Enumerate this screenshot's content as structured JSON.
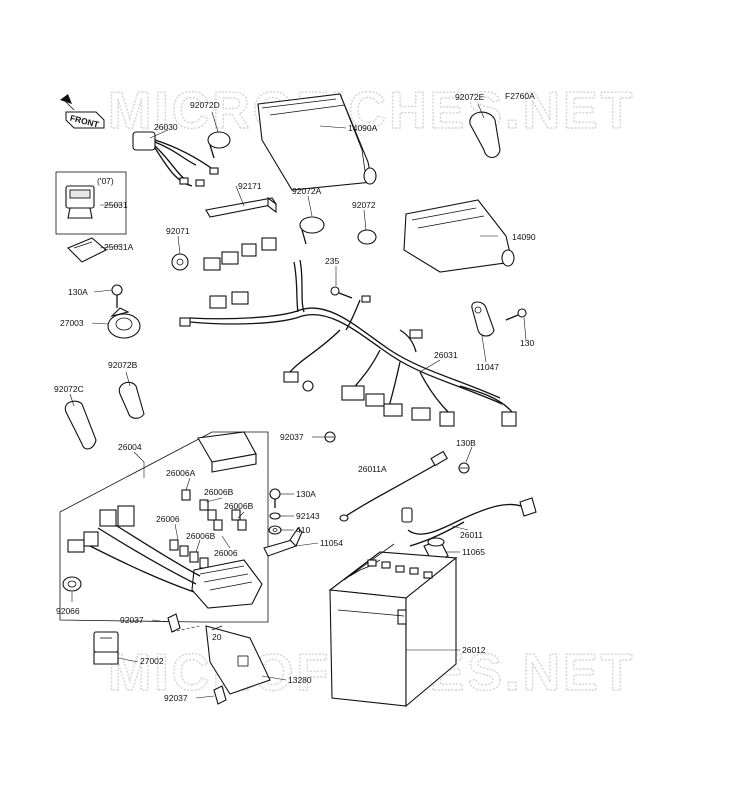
{
  "figure_code": "F2760A",
  "watermarks": [
    "MICROFICHES.NET",
    "MICROFICHES.NET"
  ],
  "front_tag": "FRONT",
  "year_note": "('07)",
  "labels": {
    "p92072D": "92072D",
    "p26030": "26030",
    "p14090A": "14090A",
    "p92072E": "92072E",
    "p92171": "92171",
    "p25031": "25031",
    "p25031A": "25031A",
    "p92072A": "92072A",
    "p92072": "92072",
    "p14090": "14090",
    "p92071": "92071",
    "p235": "235",
    "p130A_top": "130A",
    "p27003": "27003",
    "p11047": "11047",
    "p130": "130",
    "p92072B": "92072B",
    "p26031": "26031",
    "p92072C": "92072C",
    "p92037_top": "92037",
    "p26004": "26004",
    "p130B": "130B",
    "p26006A": "26006A",
    "p26011A": "26011A",
    "p26006B_a": "26006B",
    "p130A_mid": "130A",
    "p26006B_b": "26006B",
    "p26006_a": "26006",
    "p92143": "92143",
    "p410": "410",
    "p26006B_c": "26006B",
    "p11054": "11054",
    "p26011": "26011",
    "p26006_b": "26006",
    "p11065": "11065",
    "p92066": "92066",
    "p92037_mid": "92037",
    "p26012": "26012",
    "p27002": "27002",
    "p13280": "13280",
    "p92037_bot": "92037",
    "p20": "20"
  }
}
